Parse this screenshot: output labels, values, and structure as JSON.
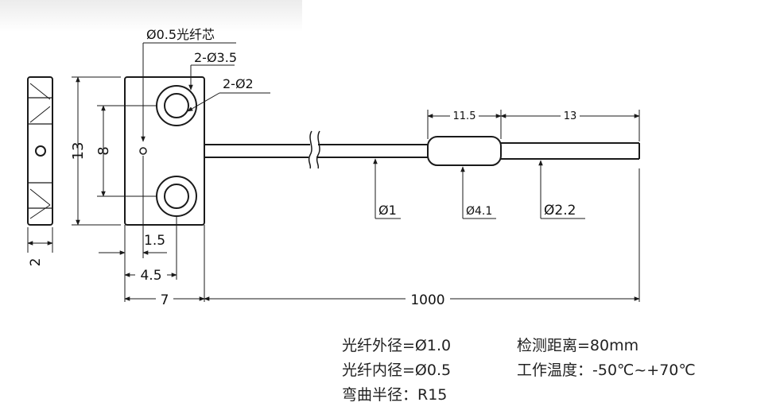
{
  "labels": {
    "core": "Ø0.5光纤芯",
    "hole_large": "2-Ø3.5",
    "hole_small": "2-Ø2",
    "height_13": "13",
    "height_8": "8",
    "width_2": "2",
    "offset_1_5": "1.5",
    "offset_4_5": "4.5",
    "width_7": "7",
    "length_1000": "1000",
    "sleeve_11_5": "11.5",
    "tail_13": "13",
    "dia_fiber": "Ø1",
    "dia_sleeve": "Ø4.1",
    "dia_tail": "Ø2.2"
  },
  "specs": {
    "outer_dia": "光纤外径=Ø1.0",
    "inner_dia": "光纤内径=Ø0.5",
    "bend_radius": "弯曲半径：R15",
    "distance": "检测距离=80mm",
    "temperature": "工作温度：-50℃~+70℃"
  },
  "colors": {
    "line": "#1a1a1a",
    "text": "#111111"
  }
}
